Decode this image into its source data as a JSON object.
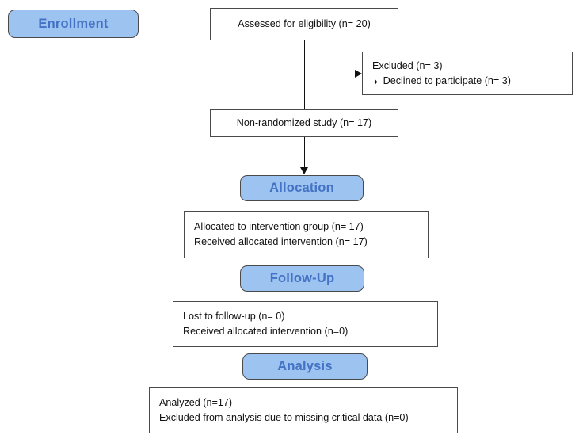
{
  "diagram": {
    "title": "CONSORT participant flow diagram",
    "colors": {
      "badge_fill": "#9DC3F0",
      "badge_text": "#4472C4",
      "badge_border": "#4a4a4a",
      "box_border": "#4a4a4a",
      "box_fill": "#ffffff",
      "text": "#111111",
      "connector": "#111111"
    }
  },
  "stages": {
    "enrollment": {
      "label": "Enrollment"
    },
    "allocation": {
      "label": "Allocation"
    },
    "follow_up": {
      "label": "Follow-Up"
    },
    "analysis": {
      "label": "Analysis"
    }
  },
  "nodes": {
    "assessed": {
      "lines": [
        "Assessed for eligibility (n= 20)"
      ]
    },
    "excluded": {
      "heading": "Excluded (n= 3)",
      "bullet_glyph": "♦",
      "bullets": [
        "Declined to participate (n= 3)"
      ]
    },
    "non_randomized": {
      "lines": [
        "Non-randomized study (n= 17)"
      ]
    },
    "allocated": {
      "lines": [
        "Allocated to intervention group (n= 17)",
        "Received allocated intervention (n= 17)"
      ]
    },
    "lost_follow_up": {
      "lines": [
        "Lost to follow-up (n= 0)",
        "Received allocated intervention (n=0)"
      ]
    },
    "analyzed": {
      "lines": [
        "Analyzed (n=17)",
        "Excluded from analysis due to missing critical data (n=0)"
      ]
    }
  }
}
